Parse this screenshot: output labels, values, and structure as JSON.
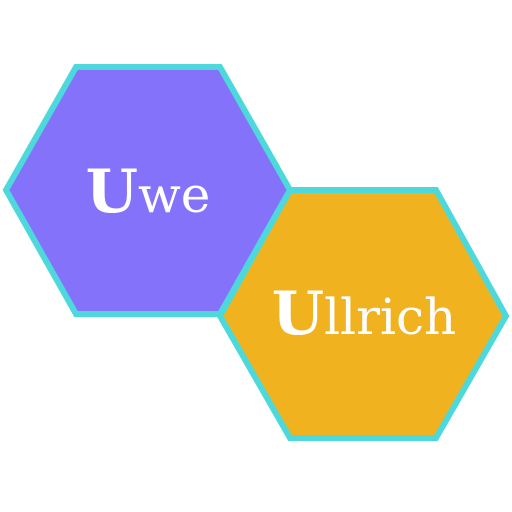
{
  "logo": {
    "first_name": {
      "initial": "U",
      "rest": "we"
    },
    "last_name": {
      "initial": "U",
      "rest": "llrich"
    }
  },
  "colors": {
    "hex_first_fill": "#8572FB",
    "hex_last_fill": "#F0B31F",
    "hex_outline": "#4DD9DB",
    "text": "#FFFFFF",
    "background": "#FFFFFF"
  }
}
